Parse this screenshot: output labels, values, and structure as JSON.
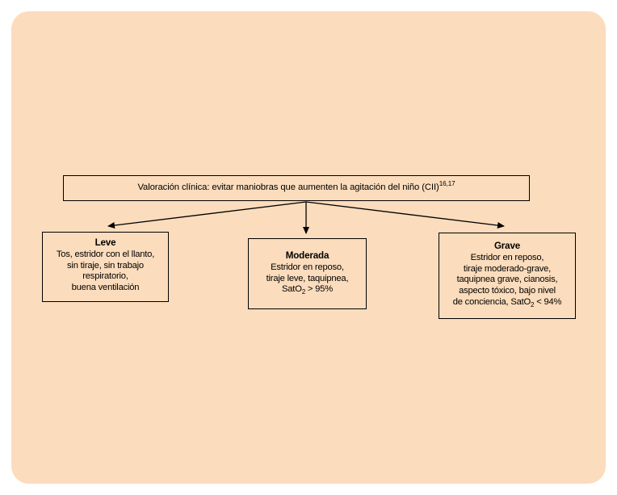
{
  "figure": {
    "background_color": "#fbdcbc",
    "line_color": "#000000",
    "assessment": {
      "text_prefix": "Valoración clínica: evitar maniobras que aumenten la agitación del niño (CII)",
      "reference": "16,17"
    },
    "branches": [
      {
        "id": "mild",
        "title": "Leve",
        "lines": [
          "Tos, estridor con el llanto,",
          "sin tiraje, sin trabajo",
          "respiratorio,",
          "buena ventilación"
        ]
      },
      {
        "id": "moderate",
        "title": "Moderada",
        "lines": [
          "Estridor en reposo,",
          "tiraje leve, taquipnea,"
        ],
        "sat_prefix": "SatO",
        "sat_sub": "2",
        "sat_suffix": " > 95%"
      },
      {
        "id": "severe",
        "title": "Grave",
        "lines": [
          "Estridor en reposo,",
          "tiraje moderado-grave,",
          "taquipnea grave, cianosis,",
          "aspecto tóxico, bajo nivel"
        ],
        "sat_prefix": "de conciencia, SatO",
        "sat_sub": "2",
        "sat_suffix": " < 94%"
      }
    ]
  }
}
